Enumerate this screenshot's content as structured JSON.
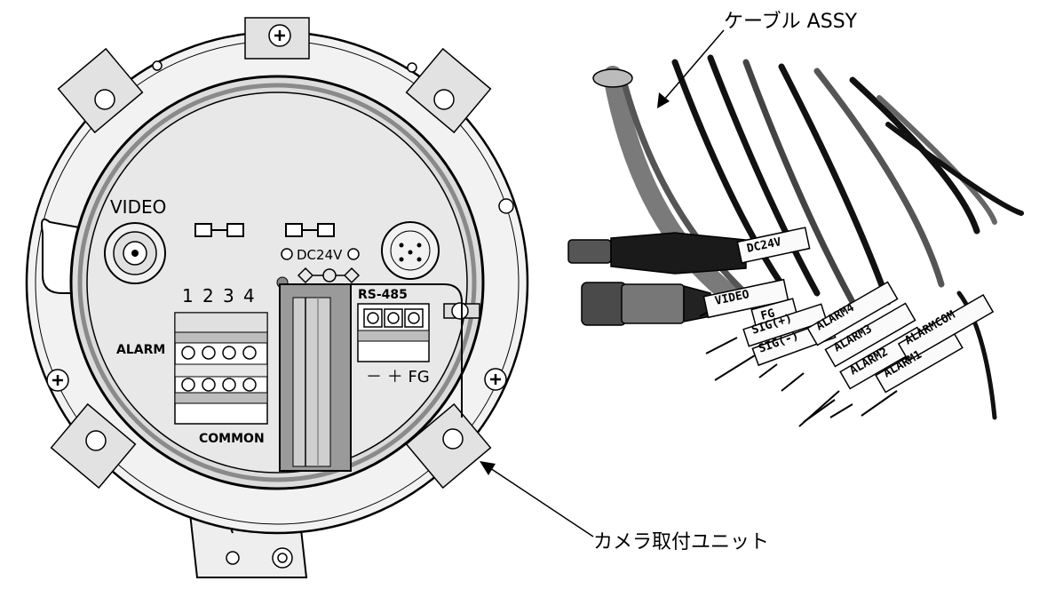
{
  "callouts": {
    "cable_assy": "ケーブル ASSY",
    "camera_unit": "カメラ取付ユニット"
  },
  "unit": {
    "video": "VIDEO",
    "dc24v": "DC24V",
    "alarm": "ALARM",
    "alarm_numbers": [
      "1",
      "2",
      "3",
      "4"
    ],
    "common": "COMMON",
    "rs485": "RS-485",
    "rs485_terminals": "－ ＋ FG"
  },
  "cable": {
    "wire_labels": [
      "DC24V",
      "VIDEO",
      "FG",
      "SIG(+)",
      "SIG(-)",
      "ALARM4",
      "ALARM3",
      "ALARM2",
      "ALARM1",
      "ALARMCOM"
    ]
  },
  "colors": {
    "ink": "#000000",
    "plate": "#f2f2f2",
    "housing": "#e6e6e6",
    "shadow": "#9a9a9a"
  }
}
